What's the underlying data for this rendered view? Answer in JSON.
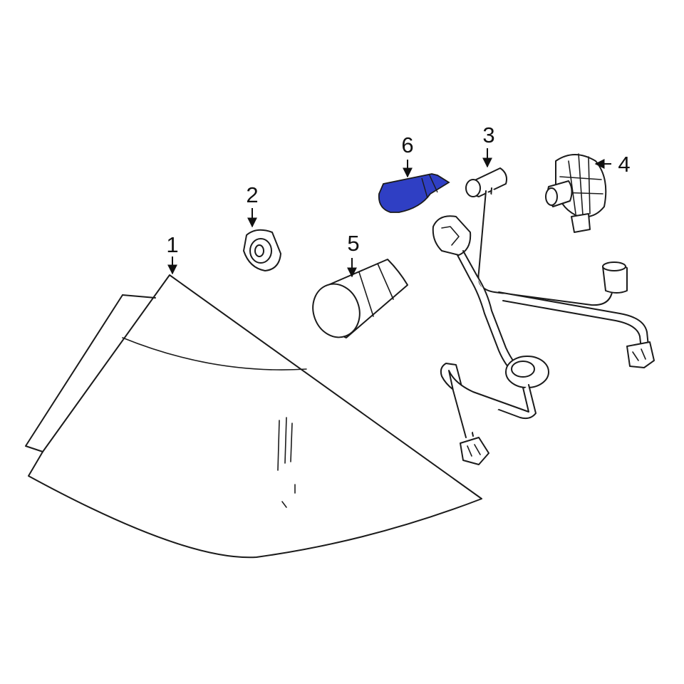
{
  "callouts": {
    "c1": "1",
    "c2": "2",
    "c3": "3",
    "c4": "4",
    "c5": "5",
    "c6": "6"
  },
  "colors": {
    "highlight": "#2f3fc4",
    "line": "#1a1a1a",
    "background": "#ffffff"
  }
}
